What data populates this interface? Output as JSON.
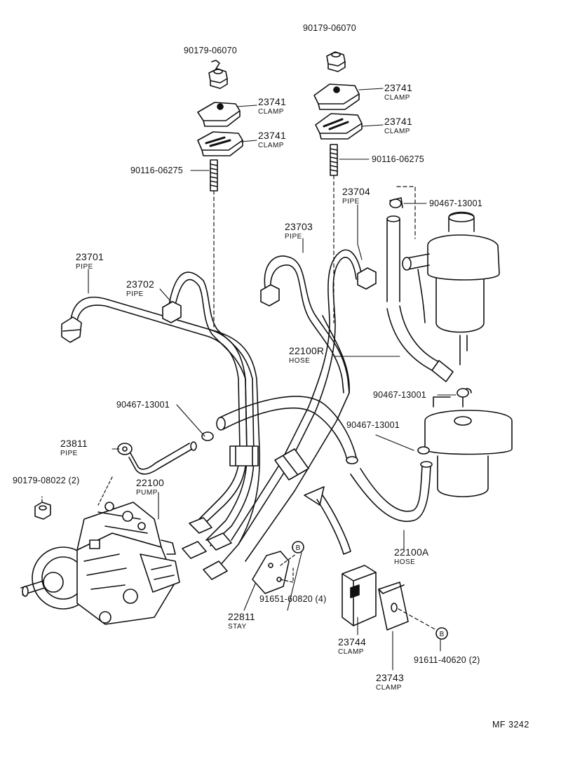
{
  "figure_code": "MF  3242",
  "circle_marker": "B",
  "parts": {
    "nut_90179_06070_left": "90179-06070",
    "nut_90179_06070_right": "90179-06070",
    "clamp_23741_a": {
      "num": "23741",
      "name": "CLAMP"
    },
    "clamp_23741_b": {
      "num": "23741",
      "name": "CLAMP"
    },
    "clamp_23741_c": {
      "num": "23741",
      "name": "CLAMP"
    },
    "clamp_23741_d": {
      "num": "23741",
      "name": "CLAMP"
    },
    "stud_90116_06275_left": "90116-06275",
    "stud_90116_06275_right": "90116-06275",
    "pipe_23704": {
      "num": "23704",
      "name": "PIPE"
    },
    "clip_90467_13001_top": "90467-13001",
    "pipe_23703": {
      "num": "23703",
      "name": "PIPE"
    },
    "pipe_23701": {
      "num": "23701",
      "name": "PIPE"
    },
    "pipe_23702": {
      "num": "23702",
      "name": "PIPE"
    },
    "hose_22100r": {
      "num": "22100R",
      "name": "HOSE"
    },
    "clip_90467_13001_mid": "90467-13001",
    "clip_90467_13001_left": "90467-13001",
    "clip_90467_13001_right": "90467-13001",
    "pipe_23811": {
      "num": "23811",
      "name": "PIPE"
    },
    "nut_90179_08022": "90179-08022 (2)",
    "pump_22100": {
      "num": "22100",
      "name": "PUMP"
    },
    "hose_22100a": {
      "num": "22100A",
      "name": "HOSE"
    },
    "bolt_91651_60820": "91651-60820 (4)",
    "stay_22811": {
      "num": "22811",
      "name": "STAY"
    },
    "clamp_23744": {
      "num": "23744",
      "name": "CLAMP"
    },
    "bolt_91611_40620": "91611-40620 (2)",
    "clamp_23743": {
      "num": "23743",
      "name": "CLAMP"
    }
  }
}
